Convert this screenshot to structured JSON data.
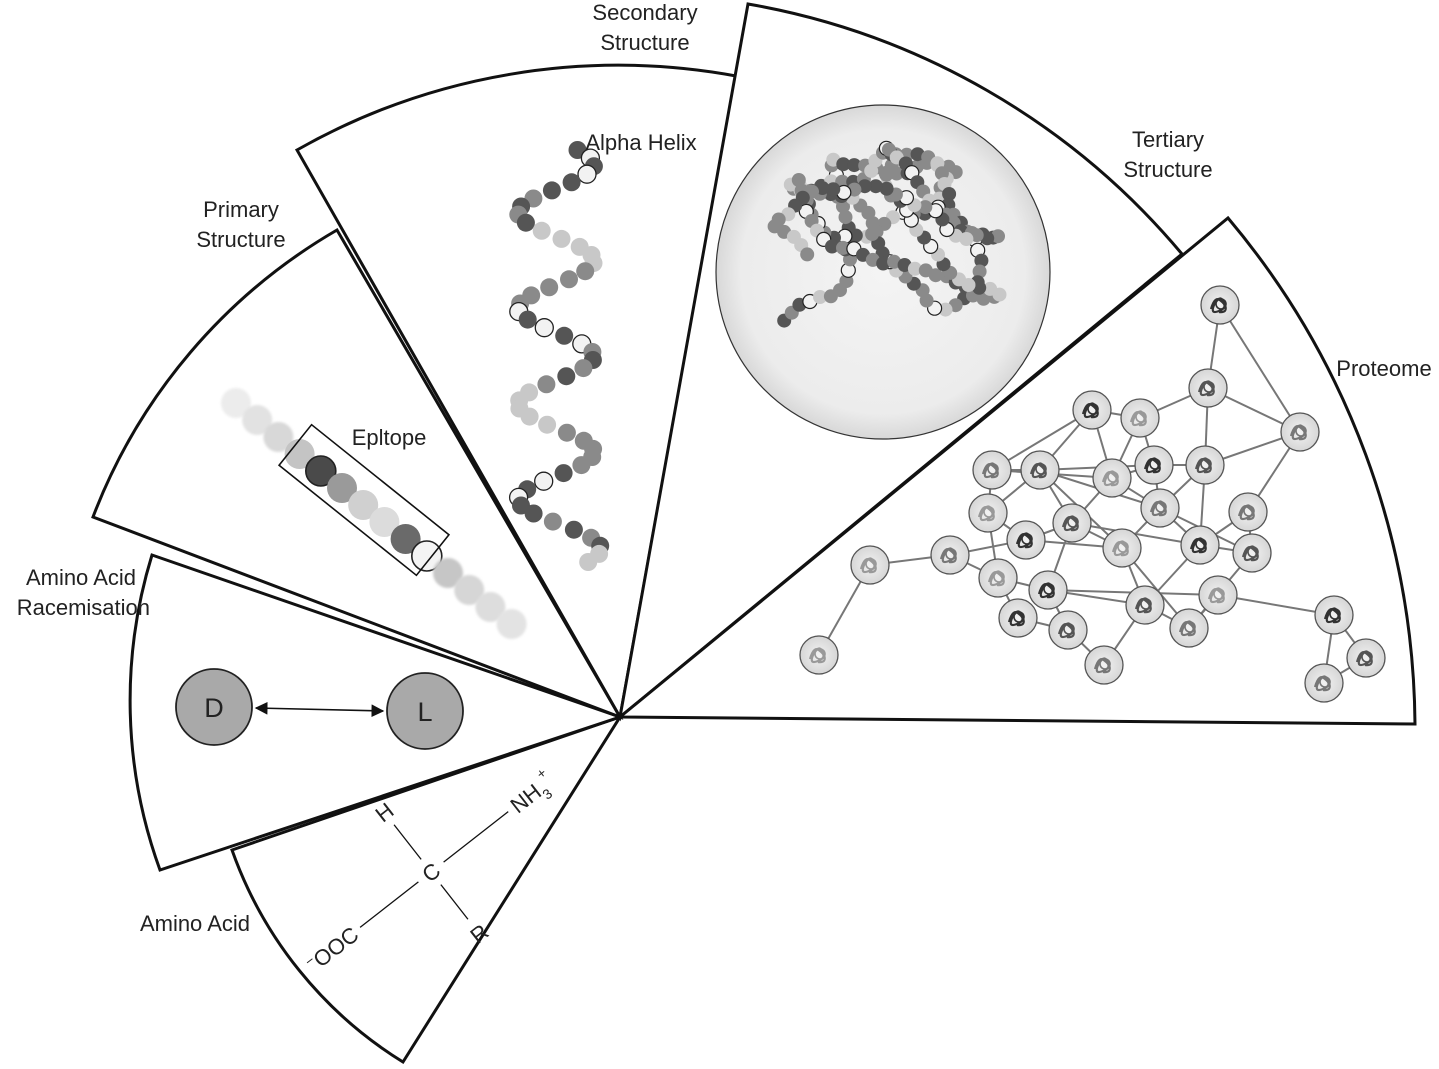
{
  "labels": {
    "amino_acid": "Amino Acid",
    "racemisation_l1": "Amino Acid",
    "racemisation_l2": "Racemisation",
    "primary_l1": "Primary",
    "primary_l2": "Structure",
    "secondary_l1": "Secondary",
    "secondary_l2": "Structure",
    "tertiary_l1": "Tertiary",
    "tertiary_l2": "Structure",
    "proteome": "Proteome",
    "epitope": "Epltope",
    "alpha_helix": "Alpha Helix"
  },
  "molecule": {
    "center": "C",
    "top_left": "H",
    "top_right": "NH",
    "top_right_sub": "3",
    "top_right_sup": "+",
    "bottom_right": "R",
    "bottom_left_sup": "−",
    "bottom_left": "OOC"
  },
  "racemisation": {
    "left": "D",
    "right": "L"
  },
  "colors": {
    "outline": "#111111",
    "bead_dark": "#555555",
    "bead_mid": "#8a8a8a",
    "bead_light": "#c8c8c8",
    "bead_white": "#f2f2f2",
    "circle_fill": "#a9a9a9"
  }
}
